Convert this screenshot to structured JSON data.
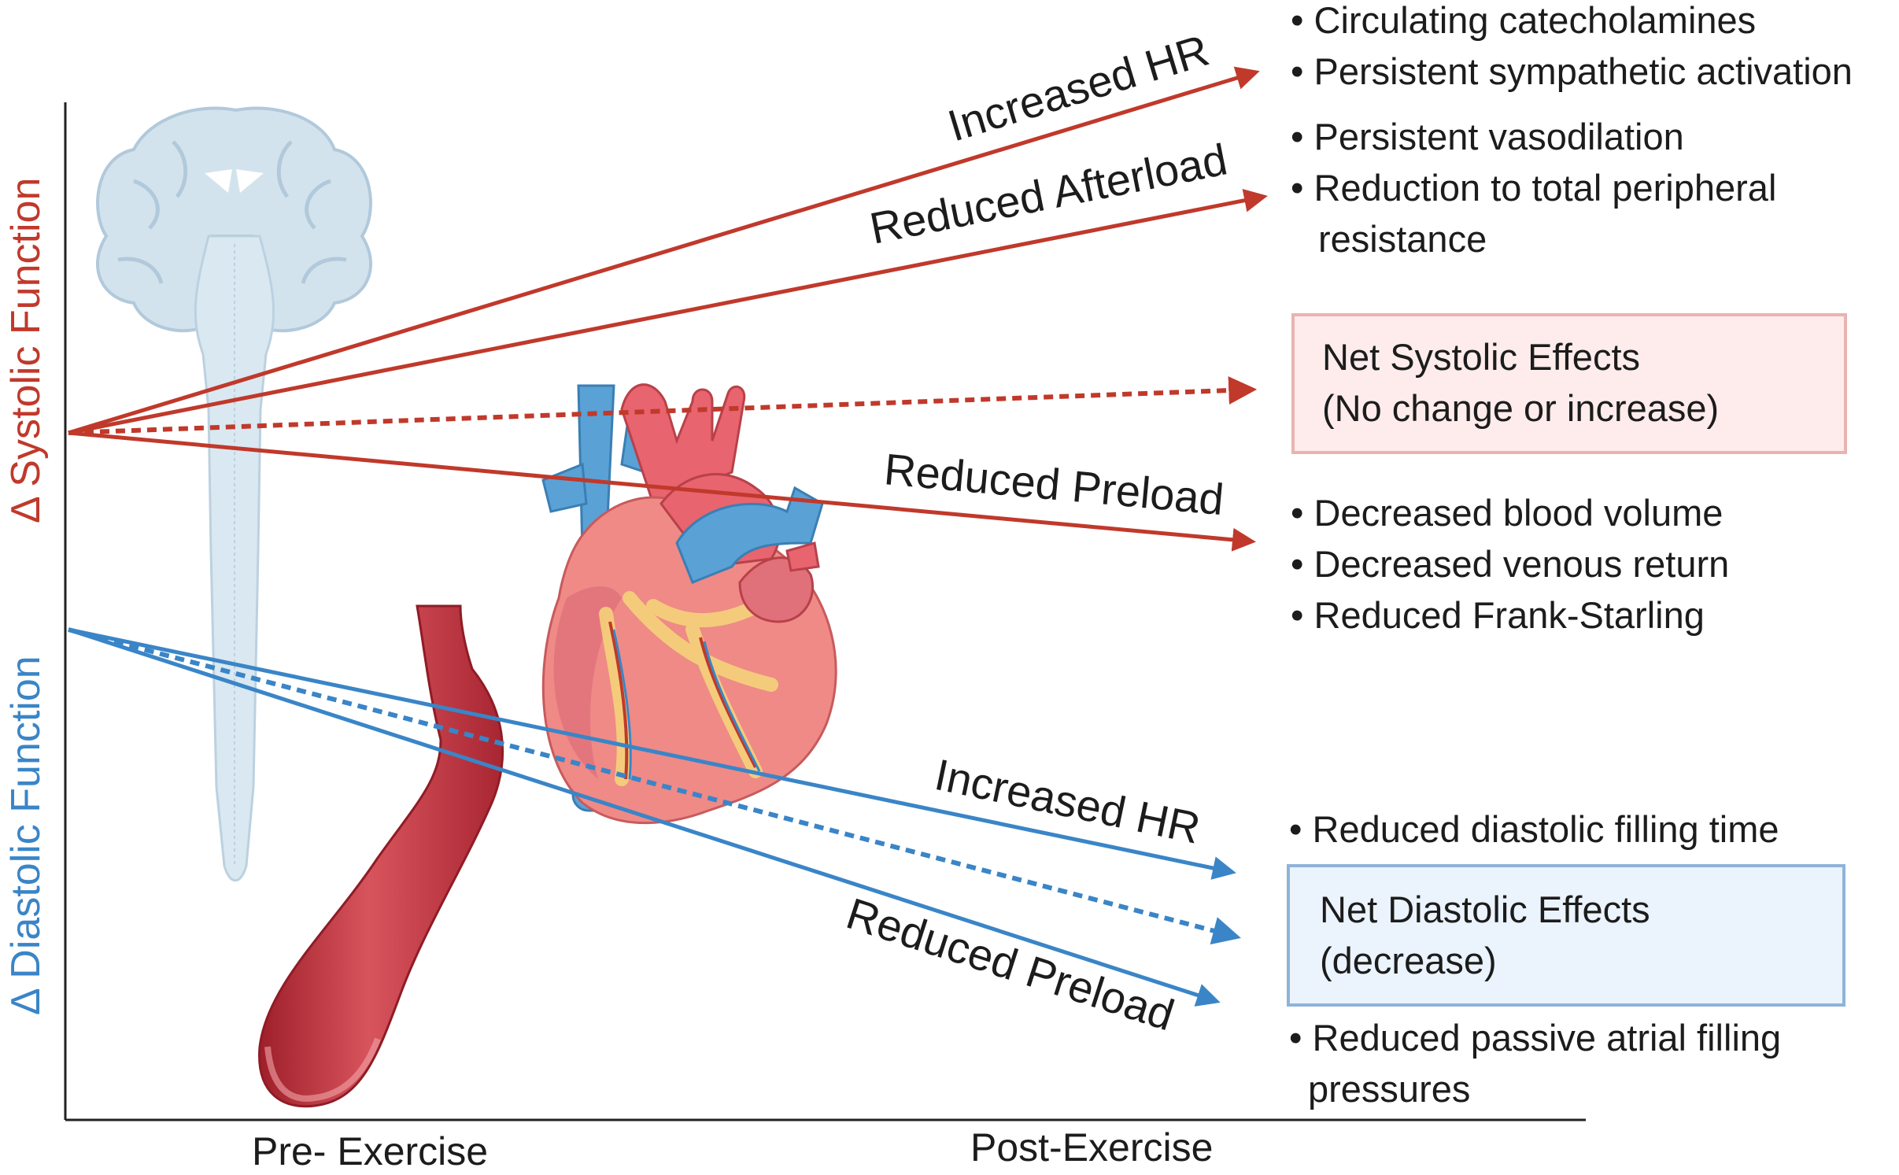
{
  "axes": {
    "y_systolic": "Δ Systolic  Function",
    "y_diastolic": "Δ Diastolic Function",
    "x_pre": "Pre- Exercise",
    "x_post": "Post-Exercise"
  },
  "arrow_labels": {
    "sys_hr": "Increased HR",
    "sys_afterload": "Reduced Afterload",
    "sys_preload": "Reduced Preload",
    "dia_hr": "Increased HR",
    "dia_preload": "Reduced Preload"
  },
  "bullets": {
    "hr": [
      "Circulating catecholamines",
      "Persistent sympathetic activation"
    ],
    "afterload": [
      "Persistent vasodilation",
      "Reduction to total peripheral",
      "resistance"
    ],
    "preload": [
      "Decreased blood volume",
      "Decreased venous return",
      "Reduced Frank-Starling"
    ],
    "dia_hr": [
      "Reduced  diastolic filling time"
    ],
    "dia_preload": [
      "Reduced passive atrial filling",
      "pressures"
    ]
  },
  "boxes": {
    "systolic": {
      "line1": "Net Systolic Effects",
      "line2": "(No change or increase)"
    },
    "diastolic": {
      "line1": "Net Diastolic Effects",
      "line2": "(decrease)"
    }
  },
  "colors": {
    "systolic": "#c0392b",
    "diastolic": "#3a85c7",
    "systolic_box_fill": "#fdeceb",
    "systolic_box_border": "#e8b4b0",
    "diastolic_box_fill": "#ebf3fc",
    "diastolic_box_border": "#8fb3d9"
  },
  "icons": [
    "brain-spinal-cord-icon",
    "heart-icon",
    "blood-vessel-icon"
  ]
}
